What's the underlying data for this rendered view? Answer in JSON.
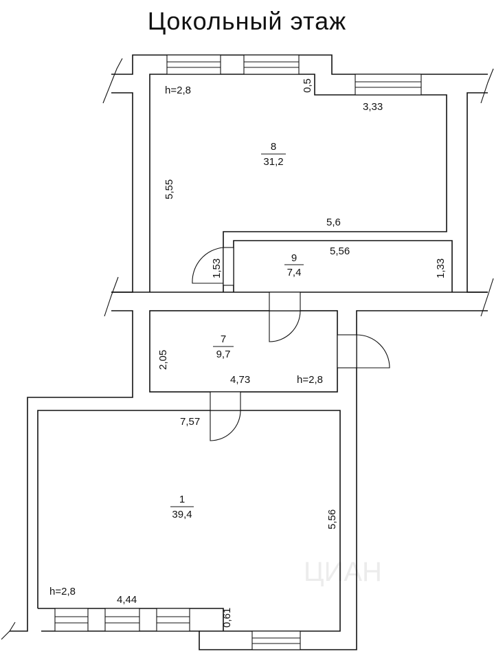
{
  "title": "Цокольный этаж",
  "rooms": [
    {
      "number": "8",
      "area": "31,2"
    },
    {
      "number": "9",
      "area": "7,4"
    },
    {
      "number": "7",
      "area": "9,7"
    },
    {
      "number": "1",
      "area": "39,4"
    }
  ],
  "heights": [
    "h=2,8",
    "h=2,8",
    "h=2,8"
  ],
  "dimensions": {
    "room8_height_side": "5,55",
    "room8_top_step": "0,5",
    "room8_top_right": "3,33",
    "room8_bottom": "5,6",
    "room9_left": "1,53",
    "room9_top": "5,56",
    "room9_right": "1,33",
    "room7_left": "2,05",
    "room7_bottom": "4,73",
    "room1_top": "7,57",
    "room1_right": "5,56",
    "room1_bottom": "4,44",
    "room1_bottom_step": "0,61"
  },
  "watermark": "ЦИАН"
}
